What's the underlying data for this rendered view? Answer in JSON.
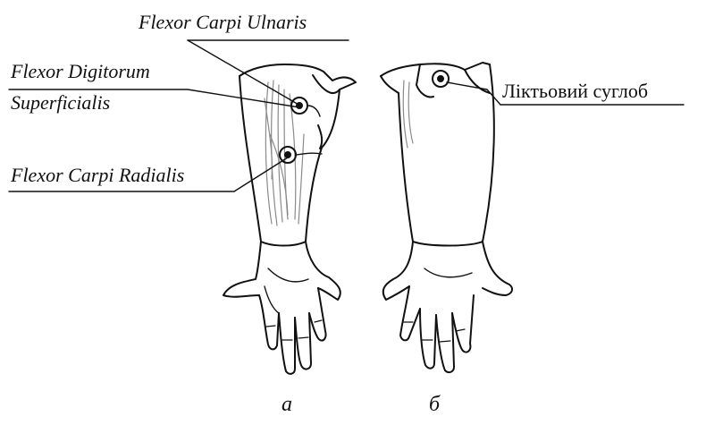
{
  "labels": {
    "flexor_carpi_ulnaris": "Flexor Carpi Ulnaris",
    "flexor_digitorum_line1": "Flexor Digitorum",
    "flexor_digitorum_line2": "Superficialis",
    "flexor_carpi_radialis": "Flexor Carpi Radialis",
    "elbow_joint": "Ліктьовий суглоб"
  },
  "captions": {
    "left": "а",
    "right": "б"
  },
  "colors": {
    "ink": "#111111",
    "shade": "#8a8a8a",
    "background": "#ffffff"
  },
  "icons": {
    "electrode": "circle-with-dot"
  }
}
